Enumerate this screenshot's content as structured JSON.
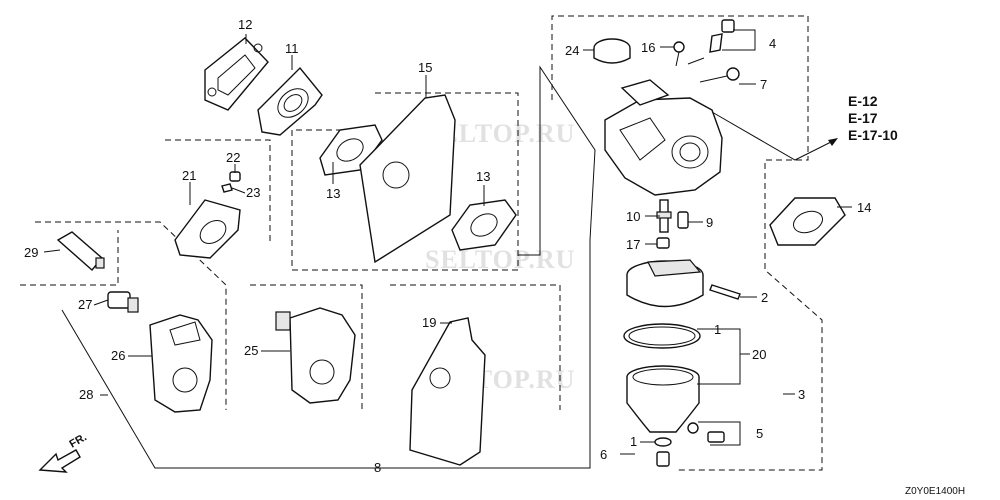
{
  "labels": {
    "l1a": "1",
    "l1b": "1",
    "l2": "2",
    "l3": "3",
    "l4": "4",
    "l5": "5",
    "l6": "6",
    "l7": "7",
    "l8": "8",
    "l9": "9",
    "l10": "10",
    "l11": "11",
    "l12": "12",
    "l13a": "13",
    "l13b": "13",
    "l14": "14",
    "l15": "15",
    "l16": "16",
    "l17": "17",
    "l19": "19",
    "l20": "20",
    "l21": "21",
    "l22": "22",
    "l23": "23",
    "l24": "24",
    "l25": "25",
    "l26": "26",
    "l27": "27",
    "l28": "28",
    "l29": "29"
  },
  "references": [
    "E-12",
    "E-17",
    "E-17-10"
  ],
  "diagram_code": "Z0Y0E1400H",
  "front_marker": "FR.",
  "watermark": "SELTOP.RU"
}
